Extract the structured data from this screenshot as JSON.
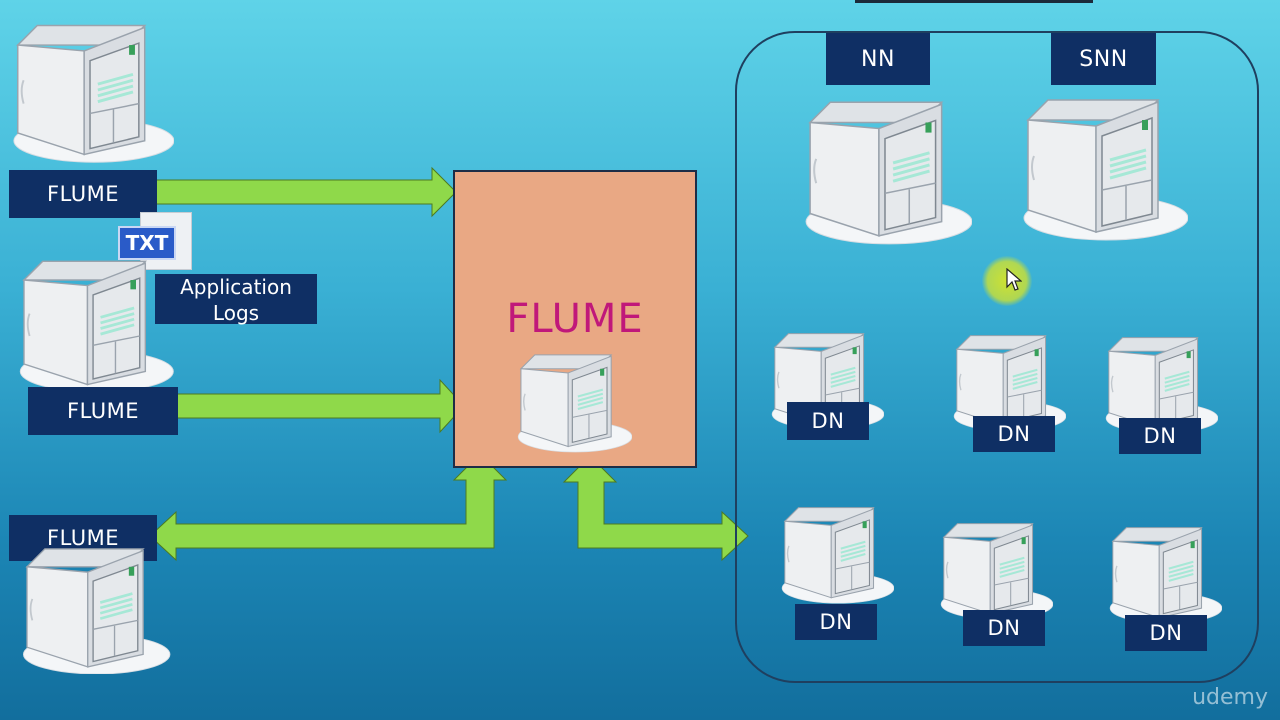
{
  "diagram": {
    "sources": [
      {
        "label": "FLUME"
      },
      {
        "label": "FLUME"
      },
      {
        "label": "FLUME"
      }
    ],
    "file_icon": {
      "label": "TXT"
    },
    "app_logs": {
      "line1": "Application",
      "line2": "Logs"
    },
    "collector": {
      "label": "FLUME",
      "fill": "#e9a884",
      "text_color": "#c0187a"
    },
    "cluster": {
      "name_node": "NN",
      "secondary_name_node": "SNN",
      "data_nodes": [
        "DN",
        "DN",
        "DN",
        "DN",
        "DN",
        "DN"
      ]
    },
    "arrow_color": "#8fd94a",
    "label_color": "#0f2f64"
  },
  "watermark": "udemy"
}
